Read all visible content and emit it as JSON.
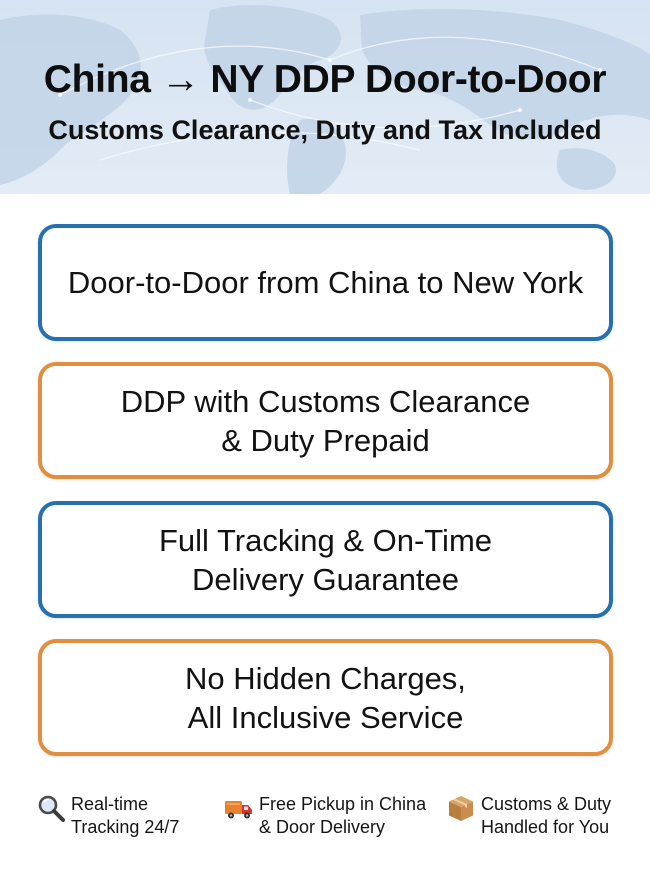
{
  "header": {
    "title": "China → NY DDP Door-to-Door",
    "subtitle": "Customs Clearance, Duty and Tax Included"
  },
  "cards": [
    {
      "text": "Door-to-Door from China to New York",
      "accent": "blue"
    },
    {
      "text": "DDP with Customs Clearance\n& Duty Prepaid",
      "accent": "orange"
    },
    {
      "text": "Full Tracking & On-Time\nDelivery Guarantee",
      "accent": "blue"
    },
    {
      "text": "No Hidden Charges,\nAll Inclusive Service",
      "accent": "orange"
    }
  ],
  "footer": [
    {
      "icon": "magnifier-icon",
      "text": "Real-time\nTracking 24/7"
    },
    {
      "icon": "delivery-truck-icon",
      "text": "Free Pickup in China\n& Door Delivery"
    },
    {
      "icon": "package-box-icon",
      "text": "Customs & Duty\nHandled for You"
    }
  ],
  "colors": {
    "blue_accent": "#2671ad",
    "orange_accent": "#e08f3f",
    "header_background": "#d6e3f2"
  }
}
